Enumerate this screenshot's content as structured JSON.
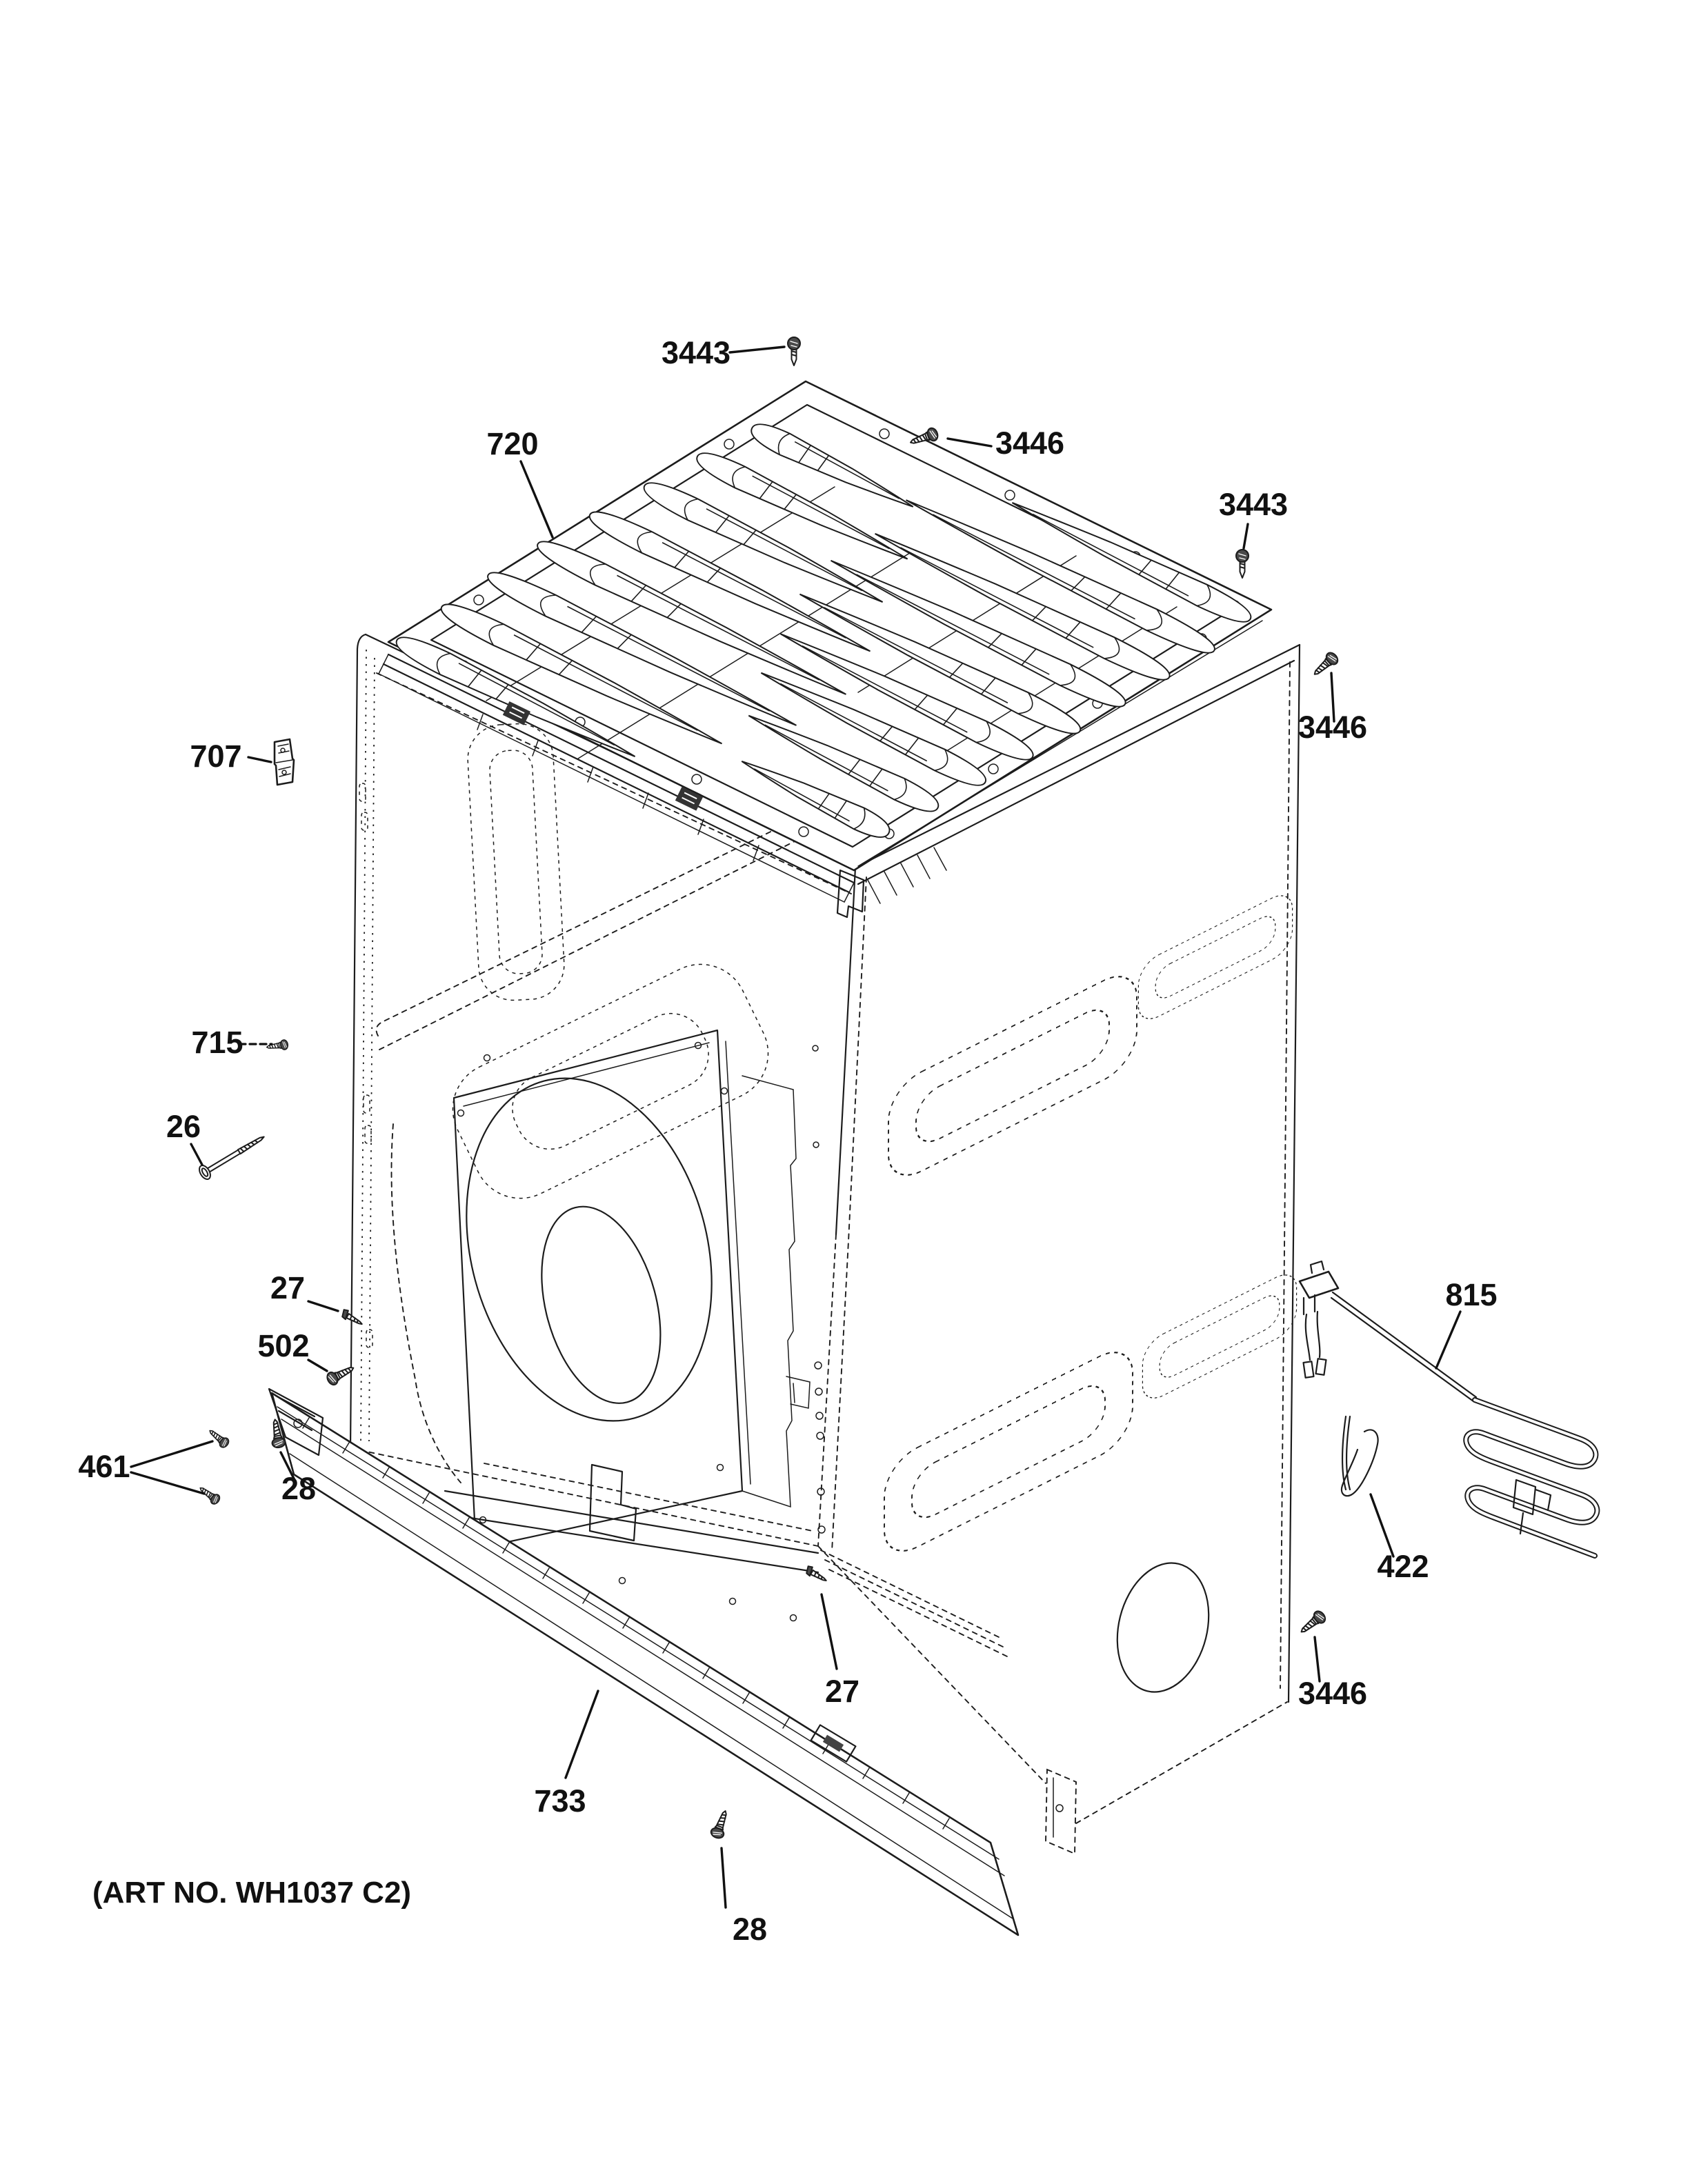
{
  "figure": {
    "art_no": "(ART NO. WH1037 C2)",
    "callouts": {
      "c3443_top": "3443",
      "c3446_top": "3446",
      "c720": "720",
      "c3443_right": "3443",
      "c3446_right": "3446",
      "c707": "707",
      "c715": "715",
      "c26": "26",
      "c27_left": "27",
      "c502": "502",
      "c461": "461",
      "c28_left": "28",
      "c815": "815",
      "c422": "422",
      "c733": "733",
      "c27_bottom": "27",
      "c28_bottom": "28",
      "c3446_bottom": "3446"
    }
  }
}
